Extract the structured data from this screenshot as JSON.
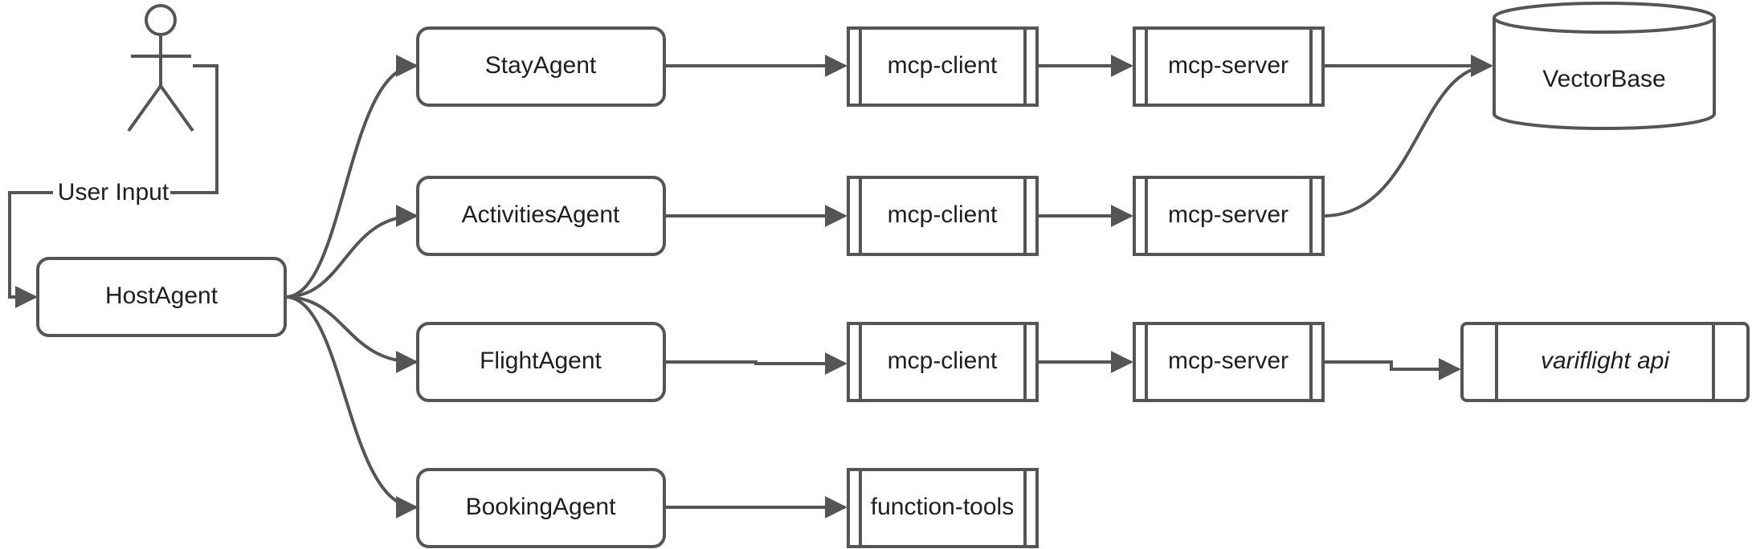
{
  "actor": {
    "label": "User Input",
    "icon": "stick-figure-user-icon"
  },
  "nodes": {
    "host": "HostAgent",
    "stay": "StayAgent",
    "activities": "ActivitiesAgent",
    "flight": "FlightAgent",
    "booking": "BookingAgent",
    "client_stay": "mcp-client",
    "client_activities": "mcp-client",
    "client_flight": "mcp-client",
    "function_tools": "function-tools",
    "server_stay": "mcp-server",
    "server_activities": "mcp-server",
    "server_flight": "mcp-server",
    "vector_base": "VectorBase",
    "variflight_api": "variflight api"
  },
  "colors": {
    "stroke": "#555555",
    "text": "#1e1e1e",
    "background": "#ffffff"
  }
}
